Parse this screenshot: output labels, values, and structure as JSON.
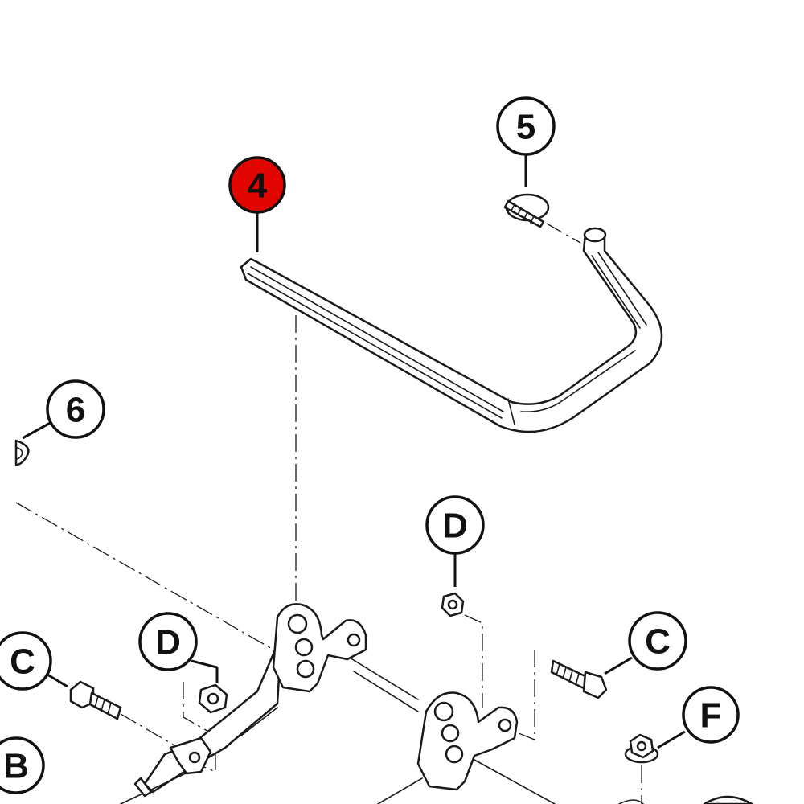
{
  "colors": {
    "highlight": "#e10600",
    "ink": "#111111",
    "paper": "#ffffff"
  },
  "callouts": {
    "c4": {
      "label": "4",
      "highlighted": true
    },
    "c5": {
      "label": "5",
      "highlighted": false
    },
    "c6": {
      "label": "6",
      "highlighted": false
    },
    "d_top": {
      "label": "D",
      "highlighted": false
    },
    "d_left": {
      "label": "D",
      "highlighted": false
    },
    "c_right": {
      "label": "C",
      "highlighted": false
    },
    "c_left": {
      "label": "C",
      "highlighted": false
    },
    "f": {
      "label": "F",
      "highlighted": false
    },
    "b": {
      "label": "B",
      "highlighted": false
    }
  }
}
